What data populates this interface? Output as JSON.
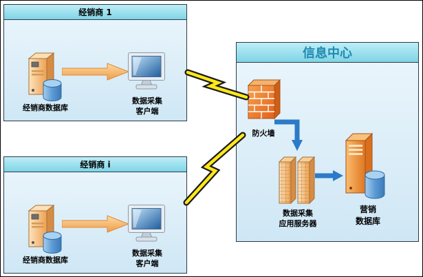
{
  "dealers": [
    {
      "title": "经销商 1",
      "database_label": "经销商数据库",
      "client_label": "数据采集\n客户端"
    },
    {
      "title": "经销商 i",
      "database_label": "经销商数据库",
      "client_label": "数据采集\n客户端"
    }
  ],
  "info_center": {
    "title": "信息中心",
    "firewall_label": "防火墙",
    "app_server_label": "数据采集\n应用服务器",
    "marketing_db_label": "营销\n数据库"
  },
  "colors": {
    "header_cyan": "#7fd4e6",
    "panel_blue": "#cfe7f5",
    "info_title": "#2189ae",
    "lightning_yellow": "#ffe81a",
    "flow_arrow_orange": "#f3a75c",
    "flow_arrow_blue": "#2b7bc7",
    "firewall_orange": "#e8732a",
    "server_tan": "#f2b269",
    "database_blue": "#5b9bd5"
  }
}
